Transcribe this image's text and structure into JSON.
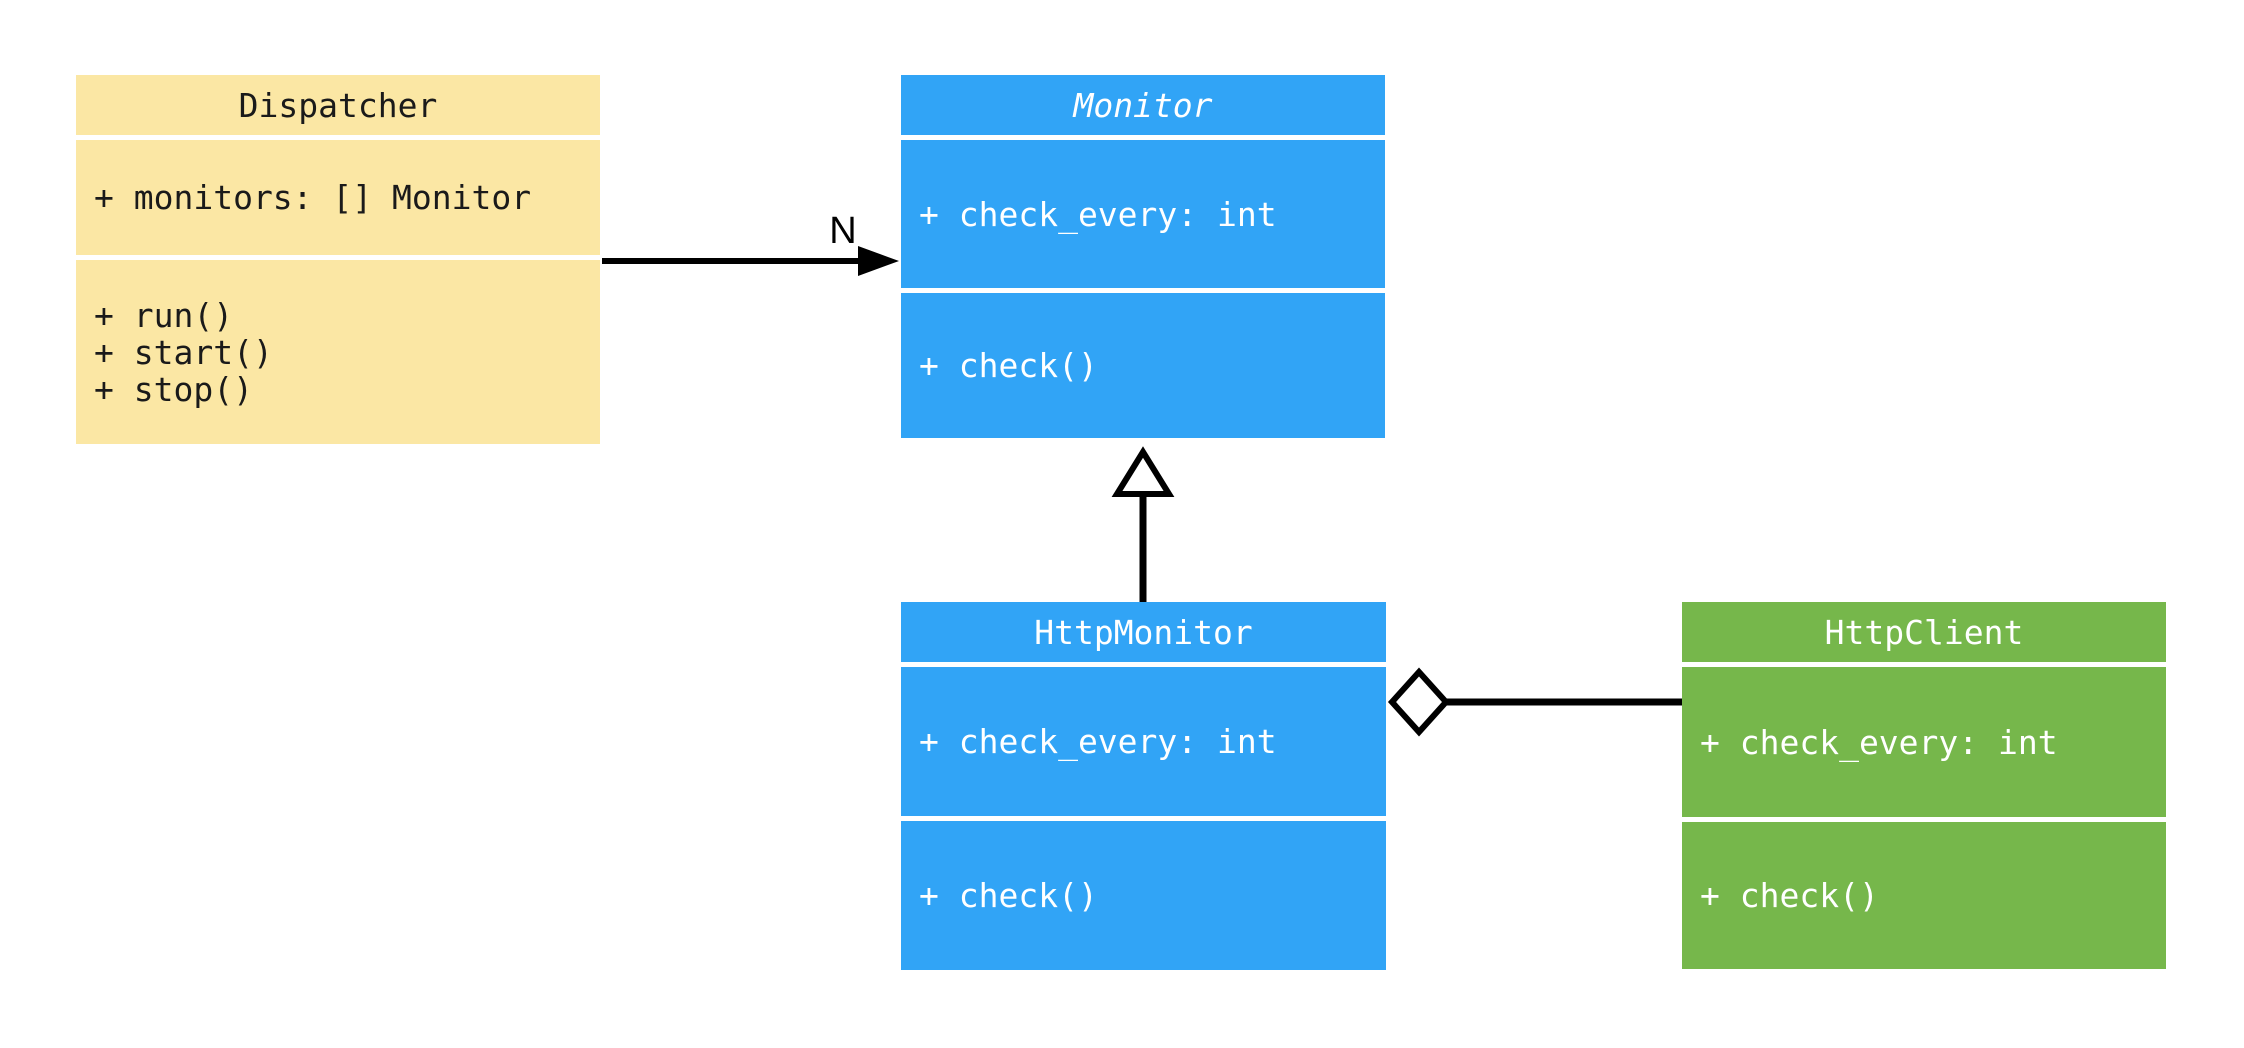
{
  "diagram": {
    "kind": "uml-class-diagram",
    "colors": {
      "background": "#FFFFFF",
      "dispatcher_fill": "#FBE7A4",
      "monitor_fill": "#31A4F6",
      "http_client_fill": "#76B74B",
      "dark_text": "#1A1A1A",
      "light_text": "#FFFFFF",
      "line": "#000000"
    },
    "classes": [
      {
        "name": "Dispatcher",
        "abstract": false,
        "fill": "#FBE7A4",
        "text_color": "#1A1A1A",
        "attributes": [
          "+ monitors: [] Monitor"
        ],
        "methods": [
          "+ run()",
          "+ start()",
          "+ stop()"
        ]
      },
      {
        "name": "Monitor",
        "abstract": true,
        "fill": "#31A4F6",
        "text_color": "#FFFFFF",
        "attributes": [
          "+ check_every: int"
        ],
        "methods": [
          "+ check()"
        ]
      },
      {
        "name": "HttpMonitor",
        "abstract": false,
        "fill": "#31A4F6",
        "text_color": "#FFFFFF",
        "attributes": [
          "+ check_every: int"
        ],
        "methods": [
          "+ check()"
        ]
      },
      {
        "name": "HttpClient",
        "abstract": false,
        "fill": "#76B74B",
        "text_color": "#FFFFFF",
        "attributes": [
          "+ check_every: int"
        ],
        "methods": [
          "+ check()"
        ]
      }
    ],
    "relationships": [
      {
        "from": "Dispatcher",
        "to": "Monitor",
        "type": "association",
        "arrow": "filled-arrowhead",
        "label": "N"
      },
      {
        "from": "HttpMonitor",
        "to": "Monitor",
        "type": "inheritance",
        "arrow": "hollow-triangle",
        "label": ""
      },
      {
        "from": "HttpMonitor",
        "to": "HttpClient",
        "type": "aggregation",
        "arrow": "hollow-diamond",
        "label": ""
      }
    ]
  }
}
